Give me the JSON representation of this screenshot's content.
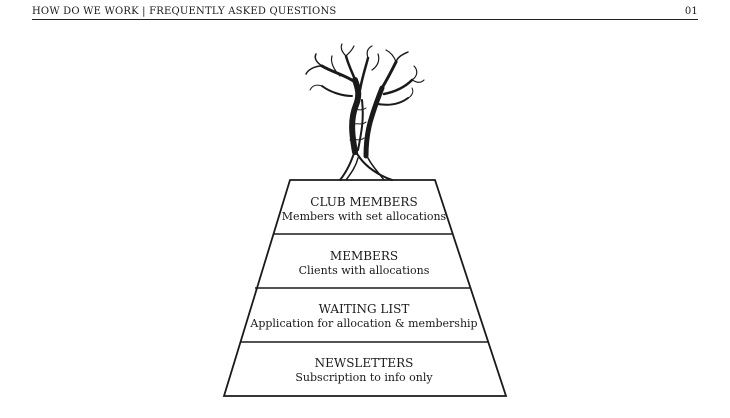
{
  "header": {
    "title": "HOW DO WE WORK | FREQUENTLY ASKED QUESTIONS",
    "page_number": "01"
  },
  "pyramid": {
    "tiers": [
      {
        "title": "CLUB MEMBERS",
        "subtitle": "Members with set allocations"
      },
      {
        "title": "MEMBERS",
        "subtitle": "Clients with allocations"
      },
      {
        "title": "WAITING LIST",
        "subtitle": "Application for allocation & membership"
      },
      {
        "title": "NEWSLETTERS",
        "subtitle": "Subscription to info only"
      }
    ]
  },
  "illustration": {
    "icon": "tree-icon"
  }
}
